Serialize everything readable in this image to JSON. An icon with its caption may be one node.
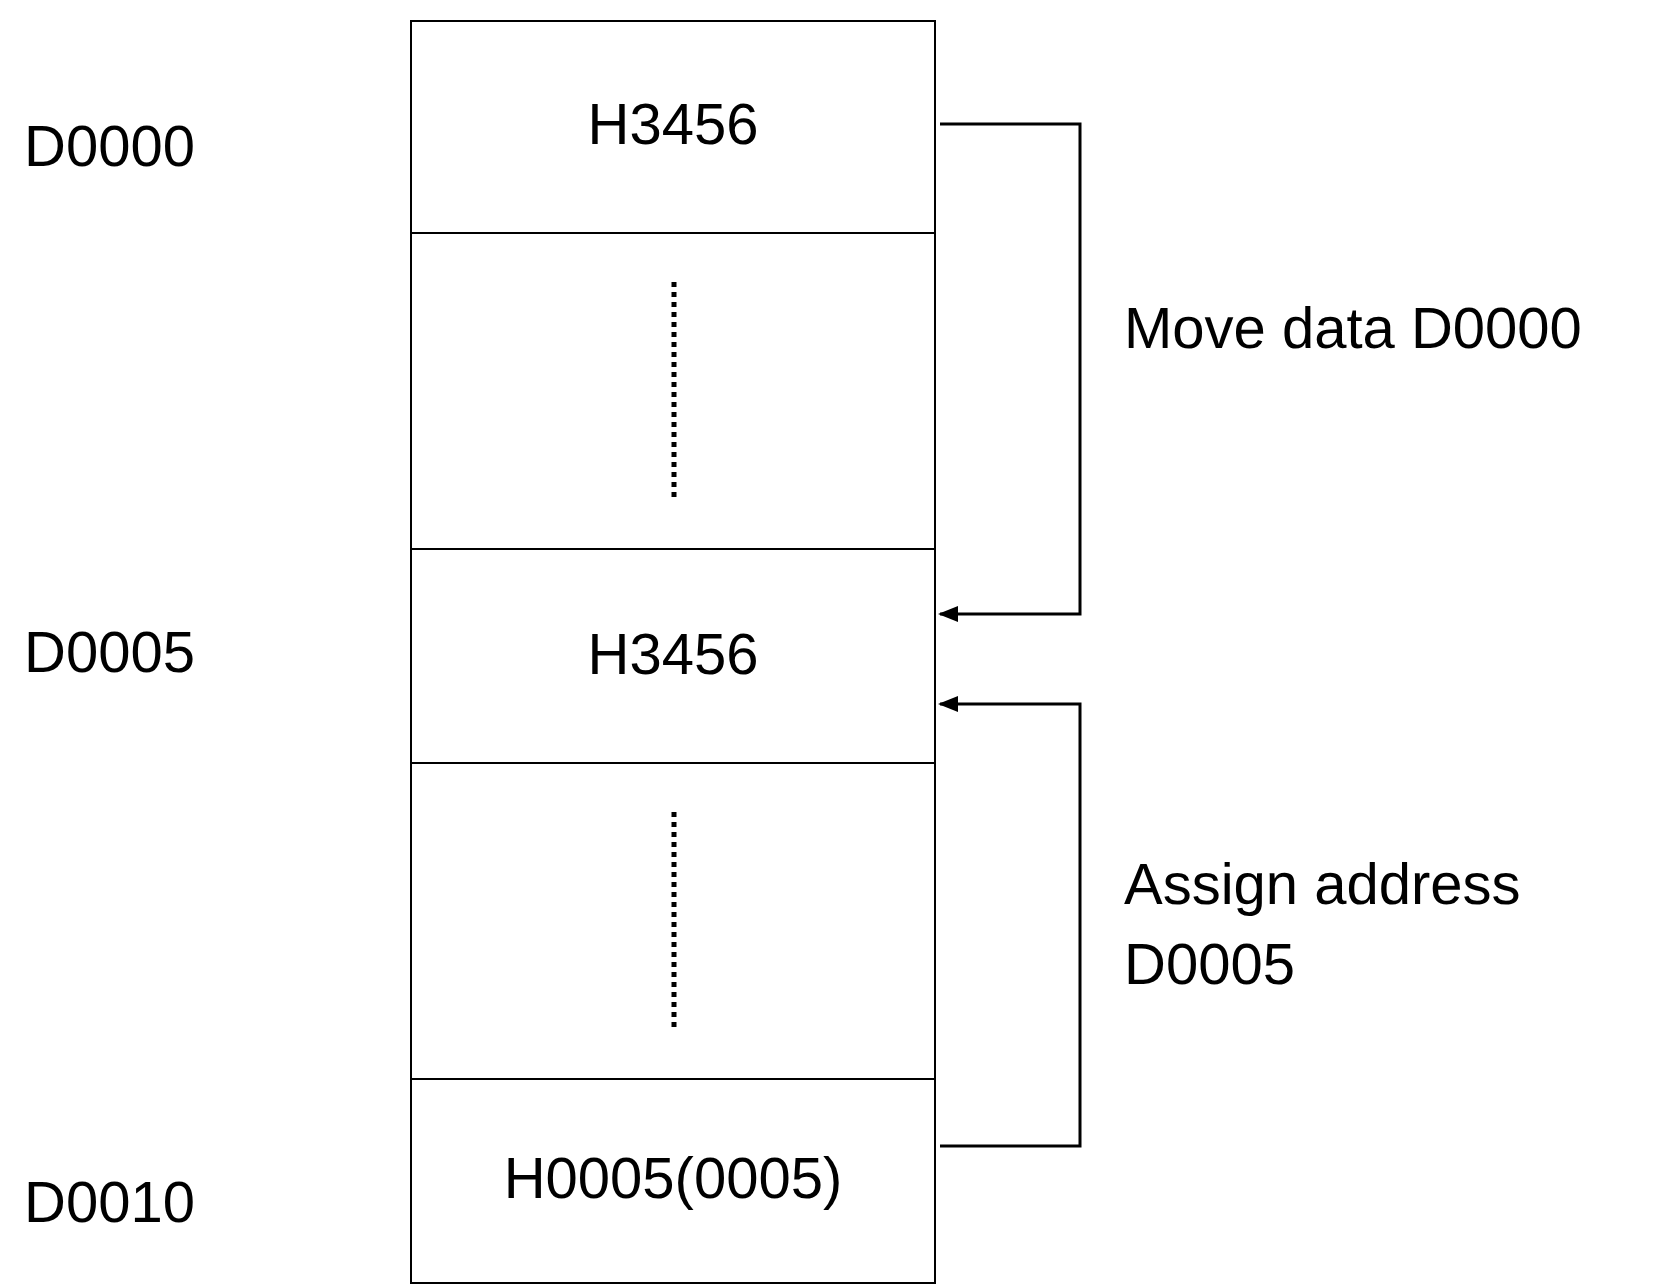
{
  "diagram": {
    "nodes": [
      {
        "text": [
          "H3456"
        ],
        "beside": [
          "D0000"
        ]
      },
      {
        "text": [],
        "shape": "box"
      },
      {
        "text": [
          "H3456"
        ],
        "beside": [
          "D0005"
        ]
      },
      {
        "text": [],
        "shape": "box"
      },
      {
        "text": [
          "H0005(0005)"
        ],
        "beside": [
          "D0010"
        ]
      }
    ],
    "edges": [
      {
        "from": 0,
        "to": 2,
        "arrow": "to",
        "label": "Move data D0000"
      },
      {
        "from": 4,
        "to": 2,
        "arrow": "to",
        "label": "Assign address D0005"
      }
    ]
  }
}
